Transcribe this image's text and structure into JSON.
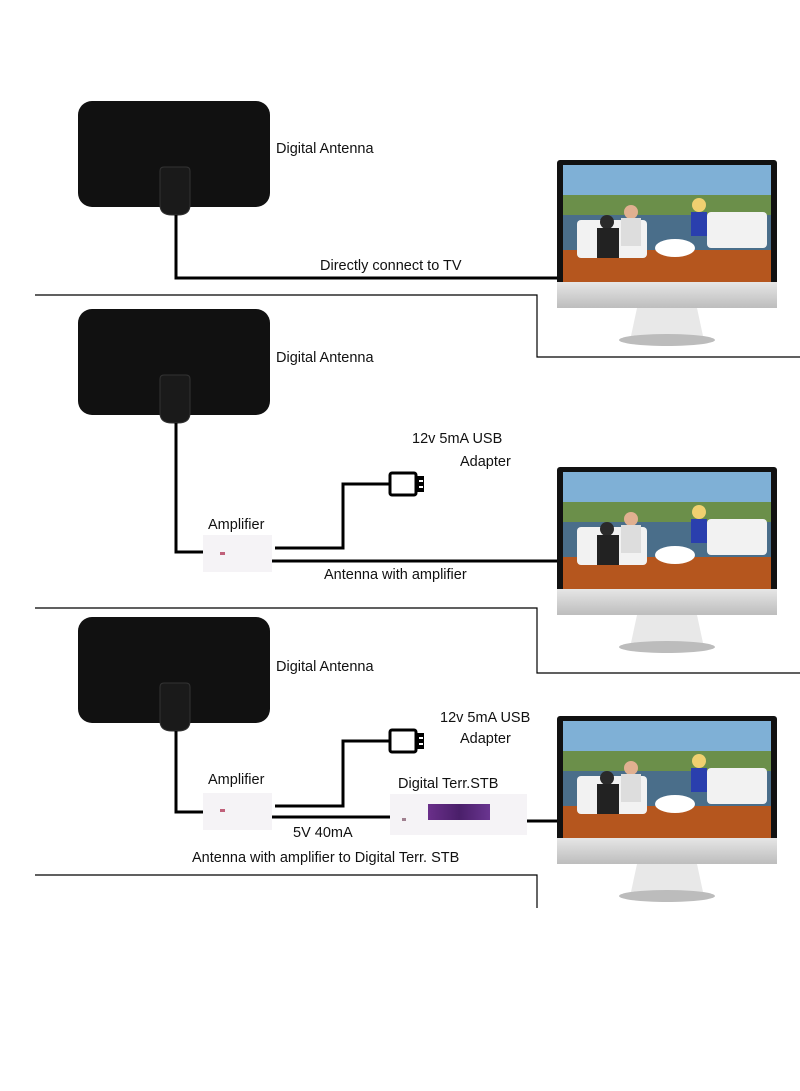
{
  "sections": [
    {
      "antenna_label": "Digital Antenna",
      "connection_label": "Directly connect to TV"
    },
    {
      "antenna_label": "Digital Antenna",
      "usb_label_line1": "12v 5mA USB",
      "usb_label_line2": "Adapter",
      "amplifier_label": "Amplifier",
      "connection_label": "Antenna with amplifier"
    },
    {
      "antenna_label": "Digital Antenna",
      "usb_label_line1": "12v 5mA USB",
      "usb_label_line2": "Adapter",
      "amplifier_label": "Amplifier",
      "stb_label": "Digital Terr.STB",
      "power_label": "5V 40mA",
      "connection_label": "Antenna with amplifier to Digital Terr. STB"
    }
  ],
  "colors": {
    "antenna": "#111111",
    "cable": "#000000",
    "stb_display": "#5a2a7a",
    "tv_silver": "#d9d9d9"
  }
}
